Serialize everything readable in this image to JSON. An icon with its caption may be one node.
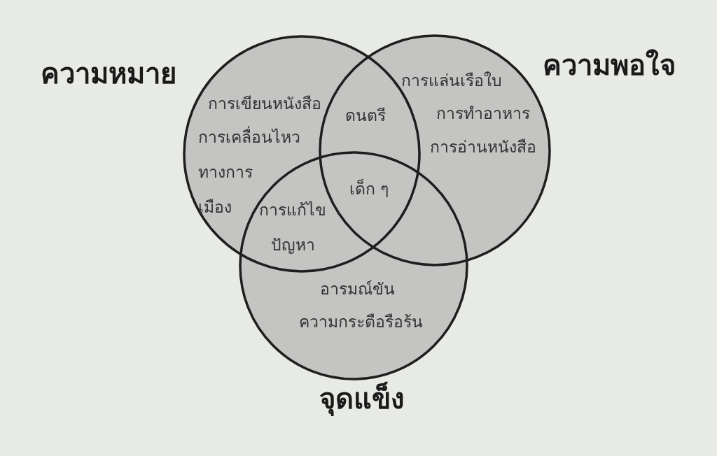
{
  "diagram": {
    "nodes": [
      {
        "text": [
          "ความหมาย",
          "การเขียนหนังสือ",
          "การเคลื่อนไหวทางการเมือง"
        ]
      },
      {
        "text": [
          "ความพอใจ",
          "การแล่นเรือใบ",
          "การทำอาหาร",
          "การอ่านหนังสือ"
        ]
      },
      {
        "text": [
          "อารมณ์ขัน",
          "ความกระตือรือร้น",
          "จุดแข็ง"
        ]
      }
    ],
    "labels": [
      "ดนตรี",
      "เด็ก ๆ",
      "การแก้ไขปัญหา"
    ]
  }
}
